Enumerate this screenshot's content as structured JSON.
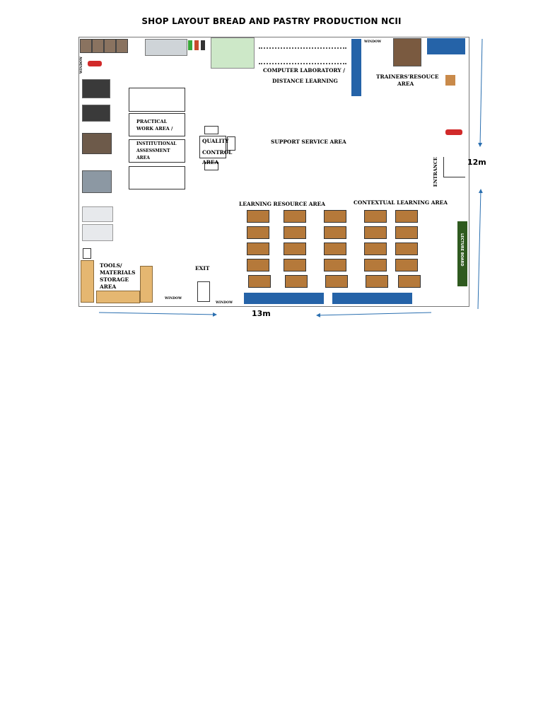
{
  "title": "SHOP LAYOUT BREAD AND PASTRY PRODUCTION NCII",
  "areas": {
    "computer_lab_1": "COMPUTER LABORATORY /",
    "computer_lab_2": "DISTANCE LEARNING",
    "trainers_1": "TRAINERS'RESOUCE",
    "trainers_2": "AREA",
    "practical_1": "PRACTICAL",
    "practical_2": "WORK AREA /",
    "assessment_1": "INSTITUTIONAL",
    "assessment_2": "ASSESSMENT",
    "assessment_3": "AREA",
    "quality_1": "QUALITY",
    "quality_2": "CONTROL",
    "quality_3": "AREA",
    "support": "SUPPORT SERVICE AREA",
    "learning_resource": "LEARNING RESOURCE AREA",
    "contextual": "CONTEXTUAL LEARNING AREA",
    "tools_1": "TOOLS/",
    "tools_2": "MATERIALS",
    "tools_3": "STORAGE",
    "tools_4": "AREA",
    "exit": "EXIT",
    "entrance": "ENTRANCE",
    "lecture_board": "LECTURE BOARD",
    "window_labels": [
      "WINDOW",
      "WINDOW",
      "WINDOW",
      "WINDOW"
    ]
  },
  "dimensions": {
    "width": "13m",
    "depth": "12m"
  },
  "colors": {
    "board_blue": "#2563a8",
    "lecture_green": "#2f5a1f",
    "arrow": "#2a6fb0",
    "wood": "#b5793a"
  }
}
